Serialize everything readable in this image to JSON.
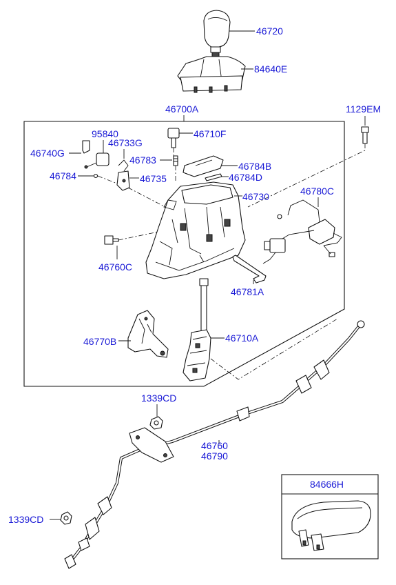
{
  "parts": {
    "p46720": "46720",
    "p84640E": "84640E",
    "p46700A": "46700A",
    "p1129EM": "1129EM",
    "p95840": "95840",
    "p46740G": "46740G",
    "p46733G": "46733G",
    "p46710F": "46710F",
    "p46783": "46783",
    "p46784B": "46784B",
    "p46784": "46784",
    "p46735": "46735",
    "p46784D": "46784D",
    "p46730": "46730",
    "p46780C": "46780C",
    "p46760C": "46760C",
    "p46781A": "46781A",
    "p46770B": "46770B",
    "p46710A": "46710A",
    "p1339CD_top": "1339CD",
    "p46760": "46760",
    "p46790": "46790",
    "p84666H": "84666H",
    "p1339CD_left": "1339CD"
  }
}
